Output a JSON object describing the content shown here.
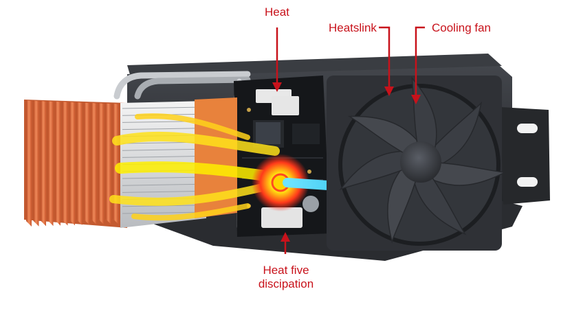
{
  "labels": {
    "heat": "Heat",
    "heatsink": "Heatslink",
    "cooling_fan": "Cooling fan",
    "heat_dissipation_line1": "Heat five",
    "heat_dissipation_line2": "discipation"
  },
  "colors": {
    "label_red": "#c8121b",
    "fin_copper": "#d9693f",
    "heat_yellow": "#ffe21a",
    "hot_spot": "#ff2a1a",
    "cool_flow": "#27c9f0",
    "chassis": "#2b2d31",
    "fan": "#3c3f45"
  },
  "icons": [
    "heatsink-fins-icon",
    "cooling-fan-icon",
    "circuit-board-icon",
    "heat-pipe-icon"
  ]
}
